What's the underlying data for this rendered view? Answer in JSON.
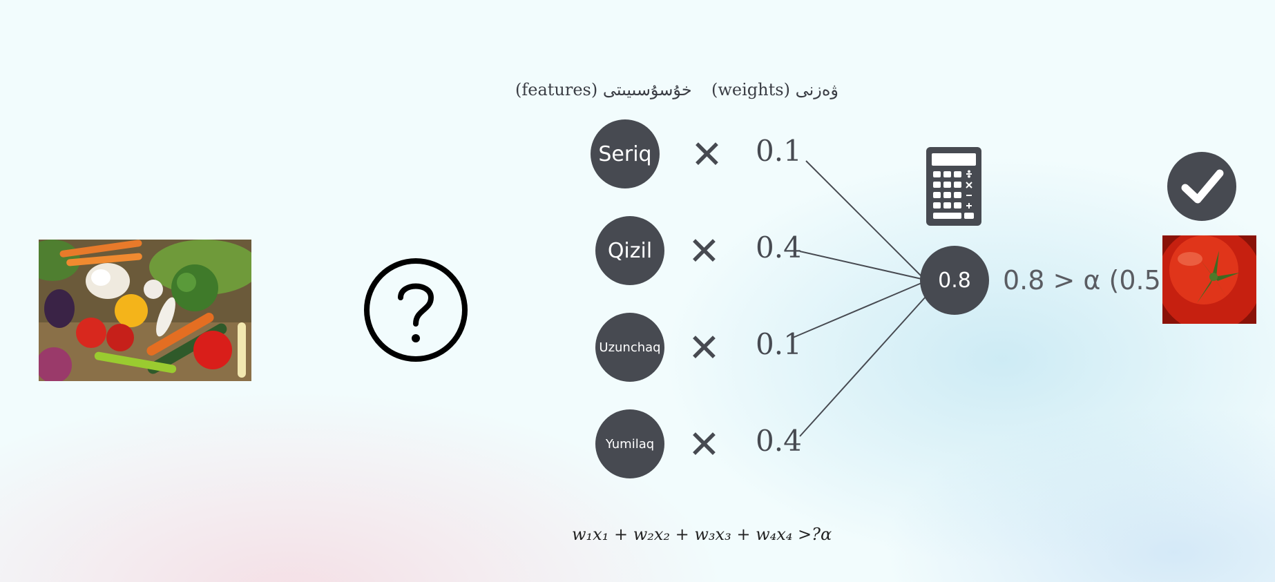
{
  "headers": {
    "features": "(features) خۇسۇسىيىتى",
    "weights": "(weights) ۋەزنى"
  },
  "features": [
    {
      "label": "Seriq",
      "weight": "0.1"
    },
    {
      "label": "Qizil",
      "weight": "0.4"
    },
    {
      "label": "Uzunchaq",
      "weight": "0.1"
    },
    {
      "label": "Yumilaq",
      "weight": "0.4"
    }
  ],
  "operator": "✕",
  "sum_node": {
    "value": "0.8"
  },
  "comparison": "0.8 > α (0.5)",
  "formula": "w₁x₁ + w₂x₂ + w₃x₃ + w₄x₄ >?α",
  "icons": {
    "input_image": "vegetables-photo",
    "unknown": "question-circle-icon",
    "compute": "calculator-icon",
    "result": "check-circle-icon",
    "output_image": "tomato-photo"
  },
  "colors": {
    "node": "#474a51",
    "background": "#f2fcfd"
  }
}
